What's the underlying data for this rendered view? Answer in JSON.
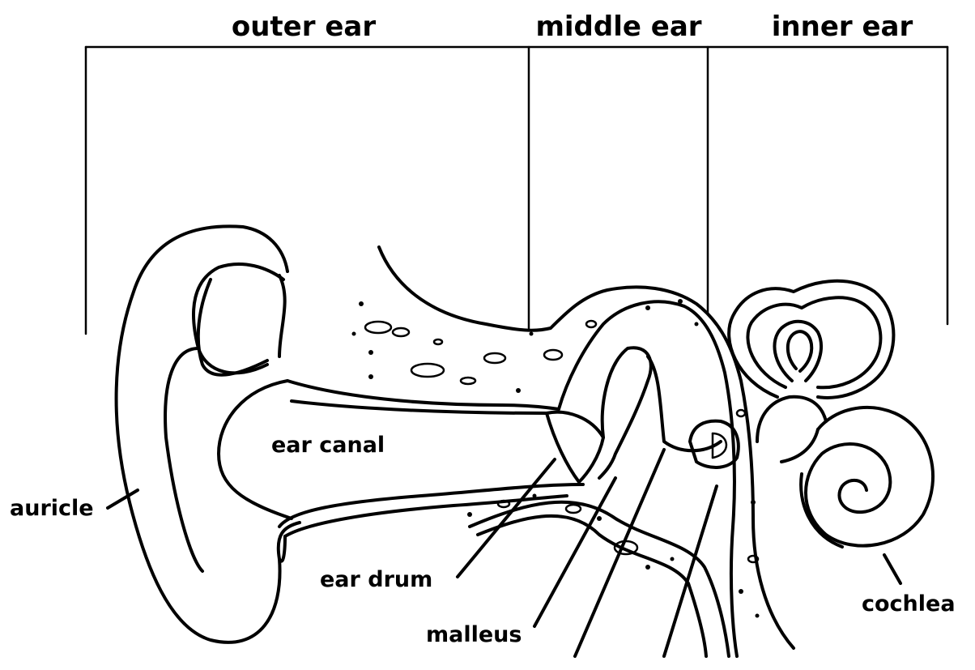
{
  "sections": {
    "outer": "outer ear",
    "middle": "middle ear",
    "inner": "inner ear"
  },
  "parts": {
    "auricle": "auricle",
    "ear_canal": "ear canal",
    "ear_drum": "ear drum",
    "malleus": "malleus",
    "cochlea": "cochlea"
  },
  "colors": {
    "ink": "#000000",
    "background": "#ffffff"
  }
}
